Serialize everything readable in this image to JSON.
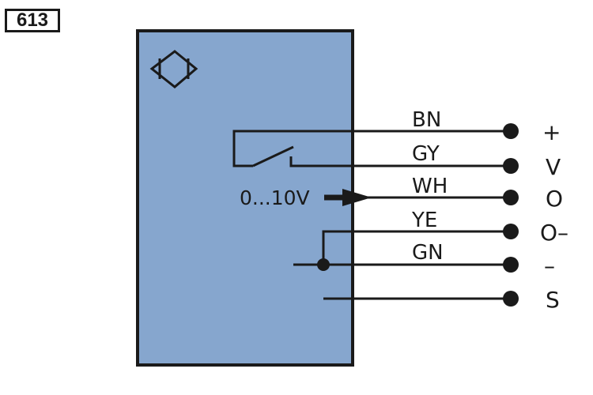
{
  "diagram": {
    "number": "613",
    "signal_label": "0...10V",
    "colors": {
      "housing": "#86a6ce",
      "line": "#1a1a1a"
    },
    "icons": [
      "sensor-symbol-icon",
      "switch-contact-icon",
      "signal-arrow-icon"
    ],
    "wires": [
      {
        "color_code": "BN",
        "terminal": "+"
      },
      {
        "color_code": "GY",
        "terminal": "V"
      },
      {
        "color_code": "WH",
        "terminal": "O"
      },
      {
        "color_code": "YE",
        "terminal": "O–"
      },
      {
        "color_code": "GN",
        "terminal": "–"
      },
      {
        "color_code": "",
        "terminal": "S"
      }
    ]
  }
}
